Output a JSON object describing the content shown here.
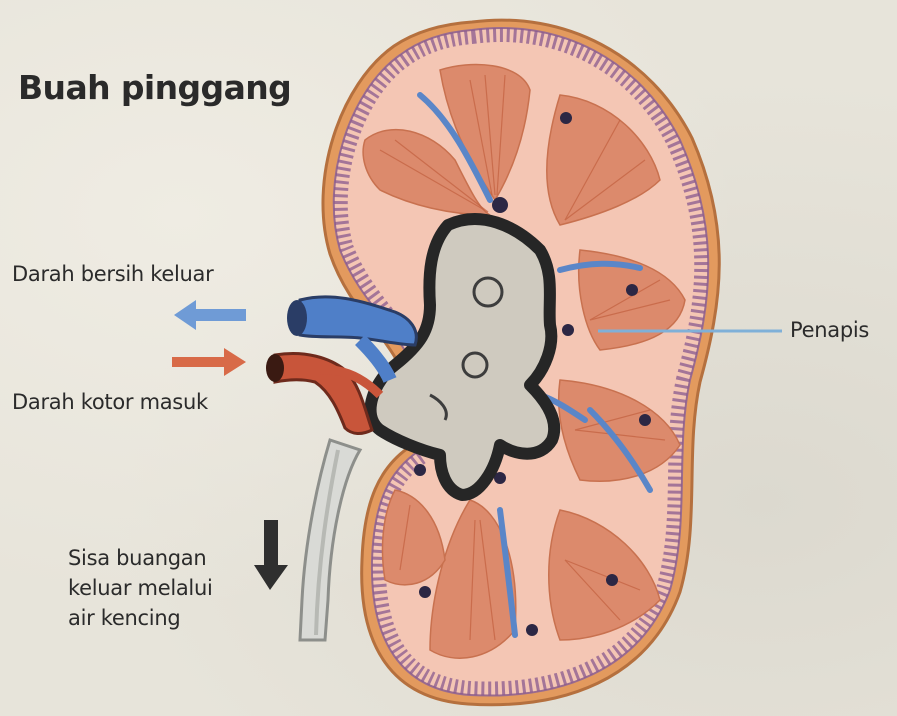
{
  "title": "Buah pinggang",
  "labels": {
    "clean_blood_out": "Darah bersih keluar",
    "dirty_blood_in": "Darah kotor masuk",
    "filter": "Penapis",
    "waste_line1": "Sisa buangan",
    "waste_line2": "keluar melalui",
    "waste_line3": "air kencing"
  },
  "colors": {
    "capsule": "#e39a5e",
    "cortex": "#f4c6b4",
    "pyramid": "#dc8a6c",
    "purple_rays": "#8a5a8f",
    "vein": "#5a86c8",
    "artery": "#c8553a",
    "pelvis": "#cfcabf",
    "arrow_blue": "#6f9bd6",
    "arrow_red": "#d86a48",
    "arrow_dark": "#2f2f2f",
    "pointer_line": "#7fb0d8"
  },
  "icons": [
    "arrow-left-icon",
    "arrow-right-icon",
    "arrow-down-icon"
  ]
}
